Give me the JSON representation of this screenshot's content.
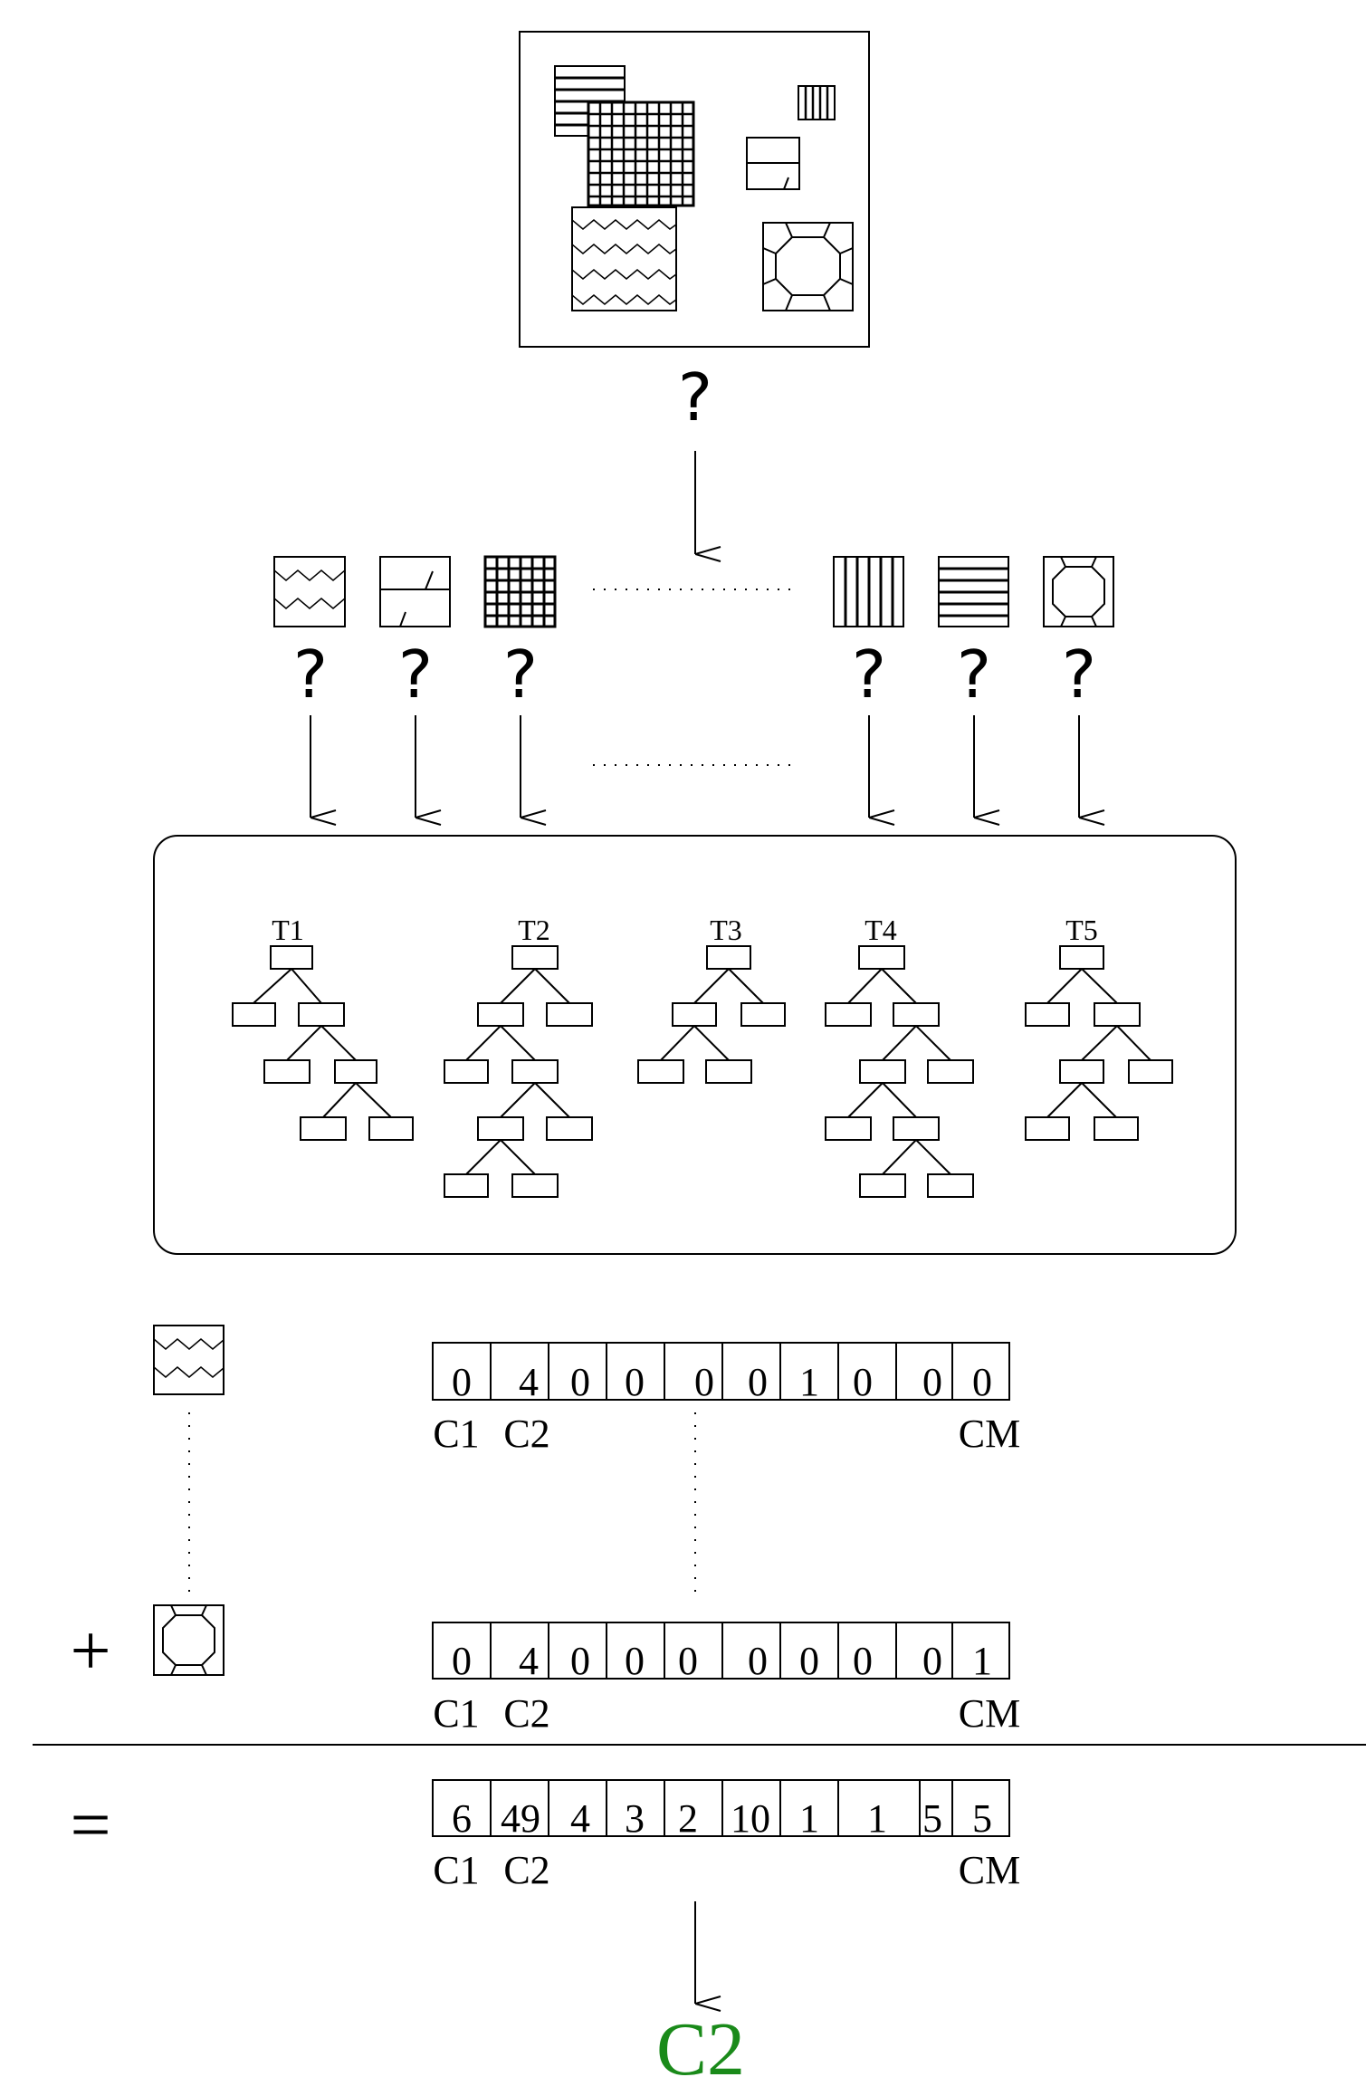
{
  "question_mark": "?",
  "colors": {
    "result": "#1a8a1a",
    "ink": "#000000"
  },
  "patch_icons": [
    "zigzag-icon",
    "split-box-icon",
    "grid-icon",
    "vertical-stripes-icon",
    "horizontal-stripes-icon",
    "octagon-icon"
  ],
  "trees": [
    {
      "label": "T1"
    },
    {
      "label": "T2"
    },
    {
      "label": "T3"
    },
    {
      "label": "T4"
    },
    {
      "label": "T5"
    }
  ],
  "vectors": [
    {
      "icon": "zigzag-icon",
      "values": [
        "0",
        "4",
        "0",
        "0",
        "0",
        "0",
        "1",
        "0",
        "0",
        "0"
      ]
    },
    {
      "icon": "octagon-icon",
      "operator": "+",
      "values": [
        "0",
        "4",
        "0",
        "0",
        "0",
        "0",
        "0",
        "0",
        "0",
        "1"
      ]
    },
    {
      "operator": "=",
      "values": [
        "6",
        "49",
        "4",
        "3",
        "2",
        "10",
        "1",
        "1",
        "5",
        "5"
      ]
    }
  ],
  "column_labels": {
    "first": "C1",
    "second": "C2",
    "last": "CM"
  },
  "result": "C2"
}
